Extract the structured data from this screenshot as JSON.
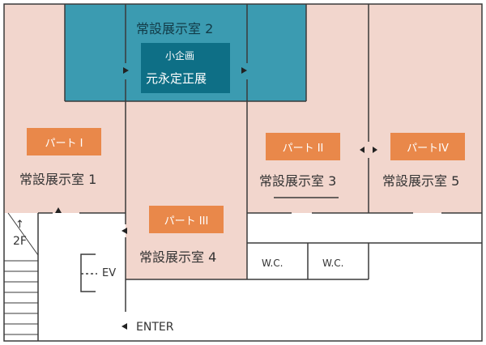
{
  "colors": {
    "room_fill": "#f2d6cd",
    "special_fill": "#3b9bb1",
    "special_label_fill": "#0e6f86",
    "part_badge": "#e9884a",
    "wall": "#3a3a3a"
  },
  "rooms": {
    "room2": {
      "name": "常設展示室 2"
    },
    "special": {
      "tag": "小企画",
      "title": "元永定正展"
    },
    "room1": {
      "part": "パート I",
      "name": "常設展示室 1"
    },
    "room3": {
      "part": "パート II",
      "name": "常設展示室 3"
    },
    "room4": {
      "part": "パート III",
      "name": "常設展示室 4"
    },
    "room5": {
      "part": "パートIV",
      "name": "常設展示室 5"
    }
  },
  "facilities": {
    "stairs": {
      "arrow": "↑",
      "floor": "2F"
    },
    "elevator": "EV",
    "wc_left": "W.C.",
    "wc_right": "W.C.",
    "entrance": "ENTER"
  },
  "icons": [
    "arrow-right-icon",
    "arrow-left-icon",
    "arrow-up-icon",
    "double-arrow-icon"
  ]
}
